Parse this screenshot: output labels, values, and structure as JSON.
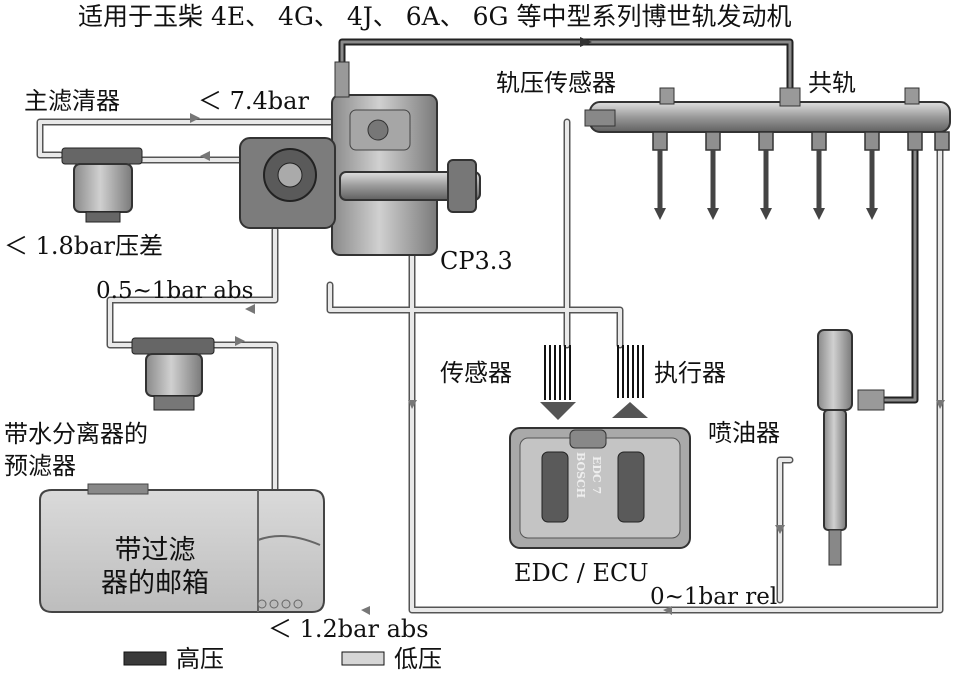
{
  "title": "适用于玉柴 4E、 4G、 4J、 6A、 6G 等中型系列博世轨发动机",
  "labels": {
    "main_filter": "主滤清器",
    "p_74": "＜ 7.4bar",
    "p_18": "＜ 1.8bar压差",
    "p_05": "0.5~1bar abs",
    "prefilter": "带水分离器的\n预滤器",
    "tank": "带过滤\n器的邮箱",
    "p_12": "＜ 1.2bar abs",
    "pump": "CP3.3",
    "rail_sensor": "轨压传感器",
    "common_rail": "共轨",
    "sensors": "传感器",
    "actuators": "执行器",
    "injector": "喷油器",
    "ecu": "EDC / ECU",
    "ecu_brand": "BOSCH",
    "ecu_model": "EDC 7",
    "p_rel": "0~1bar rel"
  },
  "legend": [
    {
      "label": "高压",
      "color": "#3a3a3a"
    },
    {
      "label": "低压",
      "color": "#d6d6d6"
    }
  ],
  "colors": {
    "high_pressure": "#3a3a3a",
    "low_pressure": "#d6d6d6",
    "component_fill": "#b9b9b9",
    "component_dark": "#6a6a6a"
  }
}
